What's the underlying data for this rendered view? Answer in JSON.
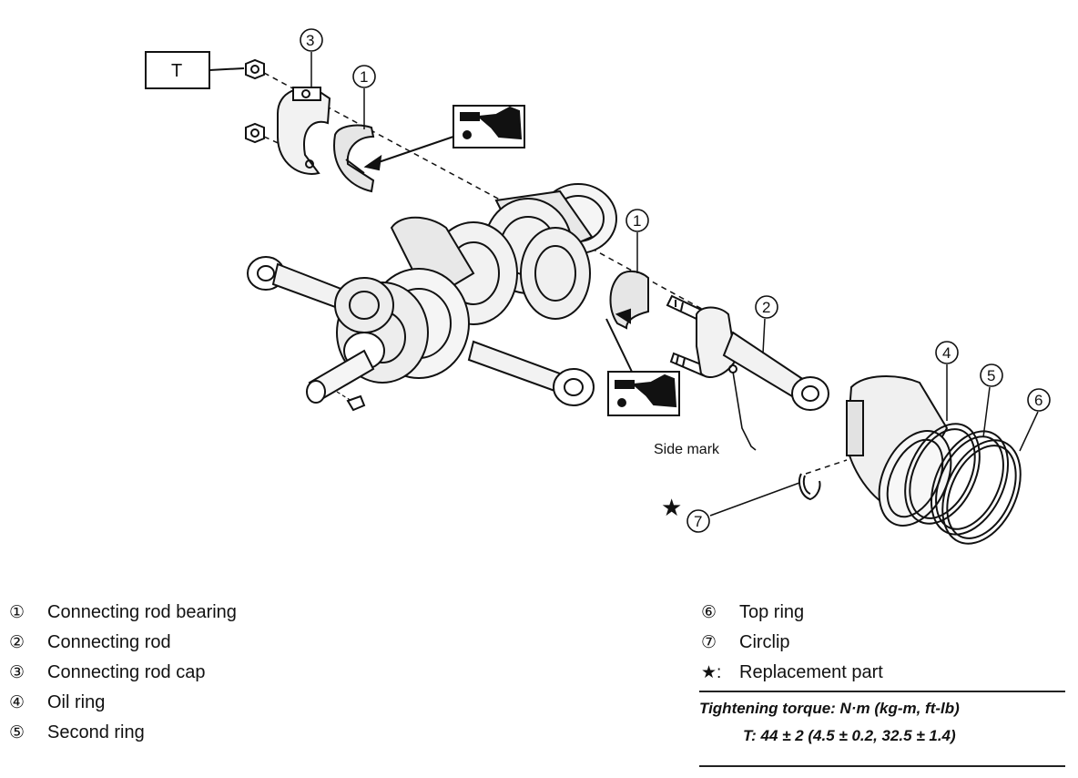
{
  "callouts": {
    "c1a": "1",
    "c1b": "1",
    "c2": "2",
    "c3": "3",
    "c4": "4",
    "c5": "5",
    "c6": "6",
    "c7": "7"
  },
  "torque_box_label": "T",
  "star_symbol": "★",
  "side_mark_label": "Side mark",
  "legend": {
    "left": [
      {
        "num": "①",
        "label": "Connecting rod bearing"
      },
      {
        "num": "②",
        "label": "Connecting rod"
      },
      {
        "num": "③",
        "label": "Connecting rod cap"
      },
      {
        "num": "④",
        "label": "Oil ring"
      },
      {
        "num": "⑤",
        "label": "Second ring"
      }
    ],
    "right": [
      {
        "num": "⑥",
        "label": "Top ring"
      },
      {
        "num": "⑦",
        "label": "Circlip"
      },
      {
        "num": "★:",
        "label": "Replacement part"
      }
    ]
  },
  "torque": {
    "line1": "Tightening torque: N·m (kg-m, ft-lb)",
    "line2": "T: 44 ± 2 (4.5 ± 0.2, 32.5 ± 1.4)"
  }
}
